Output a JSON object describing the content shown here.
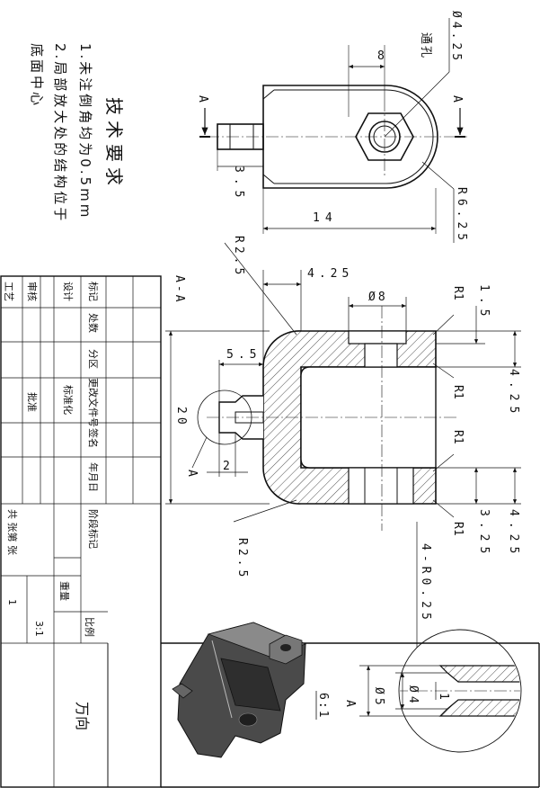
{
  "technical_requirements": {
    "heading": "技术要求",
    "line1": "1.未注倒角均为0.5mm",
    "line2": "2.局部放大处的结构位于",
    "line3": "底面中心"
  },
  "top_view": {
    "section_mark_left": "A",
    "section_mark_right": "A",
    "dim_hole": "Ø4.25",
    "through_hole": "通孔",
    "dim_8": "8",
    "dim_3_5": "3.5",
    "dim_14": "14",
    "dim_r6_25": "R6.25"
  },
  "section_view": {
    "title": "A-A",
    "dim_r2_5_top": "R2.5",
    "dim_4_25_top": "4.25",
    "dim_dia8": "Ø8",
    "dim_r1_a": "R1",
    "dim_1_5": "1.5",
    "dim_5_5": "5.5",
    "dim_r1_b": "R1",
    "dim_4_25_right": "4.25",
    "dim_20": "20",
    "dim_r1_c": "R1",
    "detail_label": "A",
    "dim_2": "2",
    "dim_r1_d": "R1",
    "dim_3_25": "3.25",
    "dim_4_25_bottom": "4.25",
    "dim_r2_5_bottom": "R2.5",
    "dim_4_r0_25": "4-R0.25"
  },
  "detail_view": {
    "label": "A",
    "scale": "6:1",
    "dim_dia5": "Ø5",
    "dim_dia4": "Ø4",
    "dim_1": "1"
  },
  "title_block": {
    "biaoji": "标记",
    "chushu": "处数",
    "fenqu": "分区",
    "gengai": "更改文件号",
    "qianming": "签名",
    "nianyueri": "年月日",
    "sheji": "设计",
    "biaozhunhua": "标准化",
    "shenhe": "审核",
    "gongyi": "工艺",
    "pizhun": "批准",
    "jieduan": "阶段标记",
    "zhongliang": "重量",
    "bili": "比例",
    "scale_value": "3:1",
    "gong_zhang": "共 张第 张",
    "sheet_no": "1",
    "name": "万向"
  }
}
